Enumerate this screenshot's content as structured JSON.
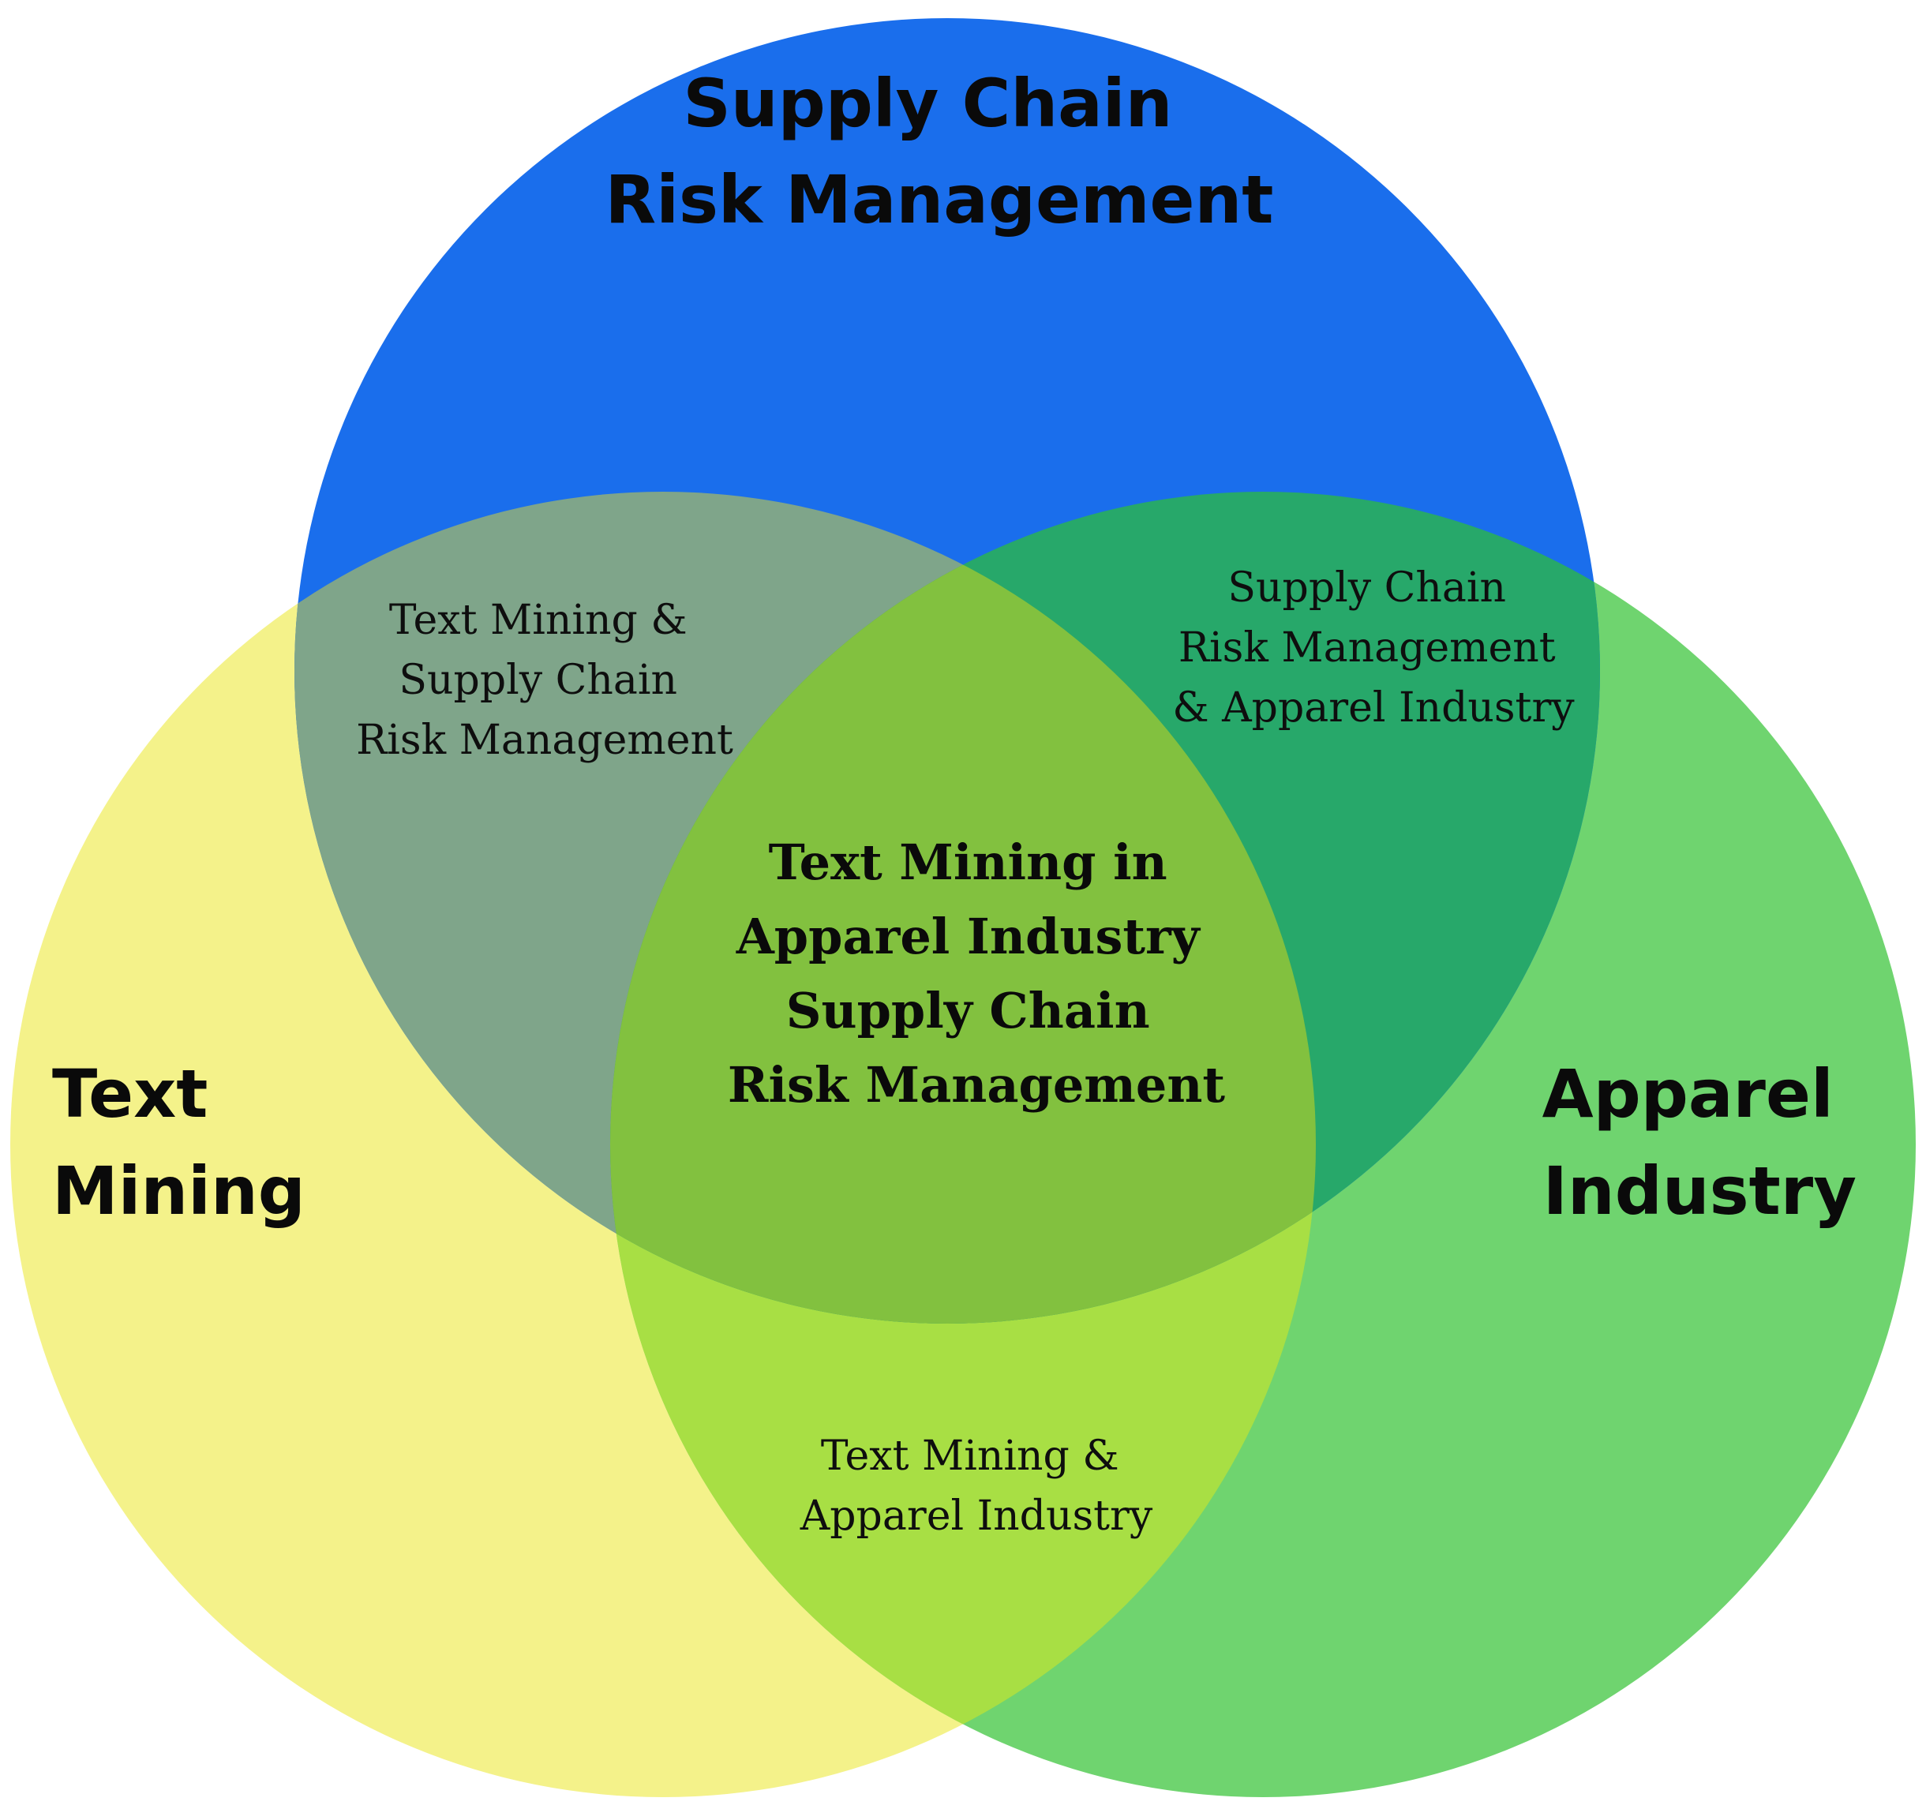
{
  "diagram": {
    "sets": {
      "supply_chain": {
        "lines": [
          "Supply Chain",
          "Risk Management"
        ],
        "color": "#1a6eec"
      },
      "text_mining": {
        "lines": [
          "Text",
          "Mining"
        ],
        "color": "#f4f28a"
      },
      "apparel": {
        "lines": [
          "Apparel",
          "Industry"
        ],
        "color": "#6fd46f"
      }
    },
    "overlaps": {
      "text_supply": {
        "lines": [
          "Text Mining &",
          "Supply Chain",
          "Risk Management"
        ],
        "color": "#7fa58a"
      },
      "supply_apparel": {
        "lines": [
          "Supply Chain",
          "Risk Management",
          "& Apparel Industry"
        ],
        "color": "#27a86a"
      },
      "text_apparel": {
        "lines": [
          "Text Mining &",
          "Apparel Industry"
        ],
        "color": "#a8df44"
      },
      "center": {
        "lines": [
          "Text Mining in",
          "Apparel Industry",
          "Supply Chain",
          "Risk Management"
        ],
        "color": "#82c13f"
      }
    }
  }
}
